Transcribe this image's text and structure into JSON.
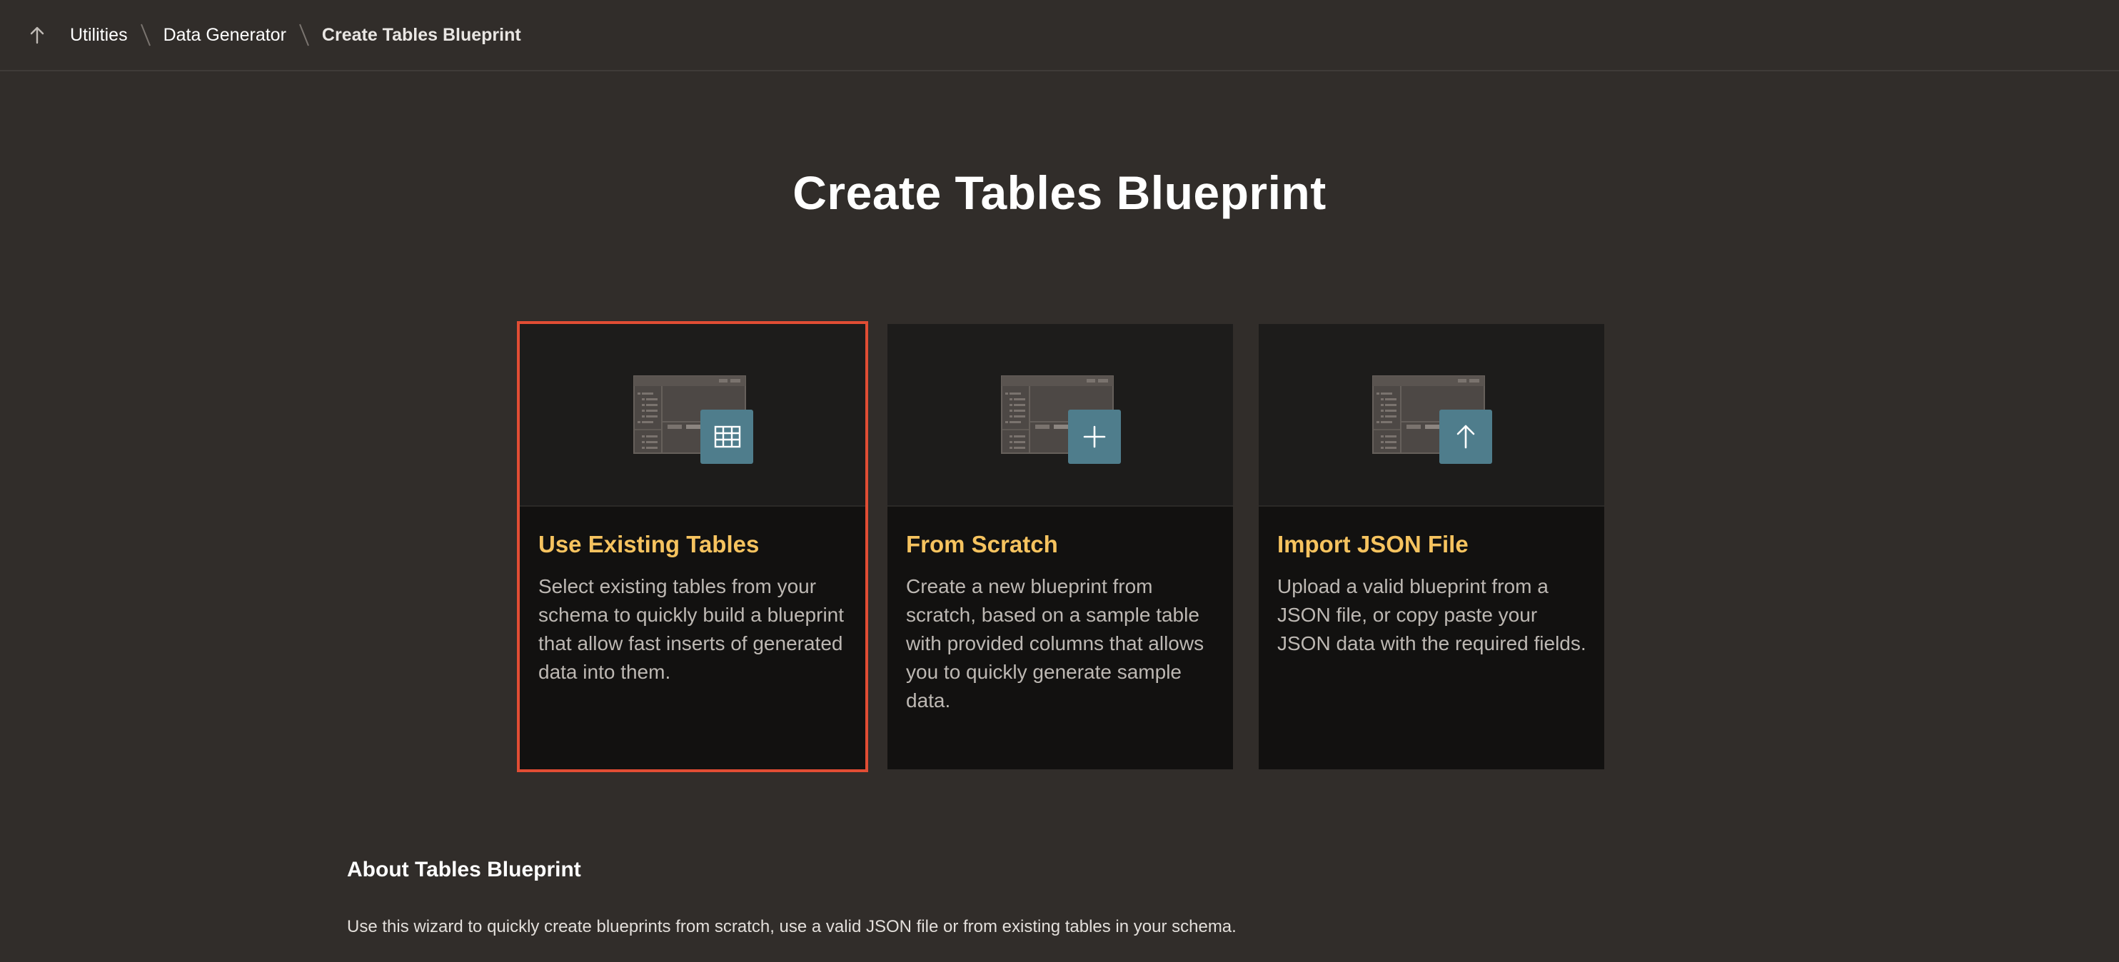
{
  "breadcrumb": {
    "up_icon": "arrow-up-icon",
    "items": [
      "Utilities",
      "Data Generator"
    ],
    "current": "Create Tables Blueprint"
  },
  "page": {
    "title": "Create Tables Blueprint"
  },
  "cards": [
    {
      "title": "Use Existing Tables",
      "description": "Select existing tables from your schema to quickly build a blueprint that allow fast inserts of generated data into them.",
      "icon": "table-grid-icon",
      "selected": true
    },
    {
      "title": "From Scratch",
      "description": "Create a new blueprint from scratch, based on a sample table with provided columns that allows you to quickly generate sample data.",
      "icon": "plus-icon",
      "selected": false
    },
    {
      "title": "Import JSON File",
      "description": "Upload a valid blueprint from a JSON file, or copy paste your JSON data with the required fields.",
      "icon": "upload-arrow-icon",
      "selected": false
    }
  ],
  "about": {
    "title": "About Tables Blueprint",
    "text": "Use this wizard to quickly create blueprints from scratch, use a valid JSON file or from existing tables in your schema."
  },
  "colors": {
    "background": "#312d2a",
    "card_background": "#121110",
    "card_title": "#f6c35f",
    "selected_border": "#e14d34",
    "icon_badge": "#4f7d8c"
  }
}
